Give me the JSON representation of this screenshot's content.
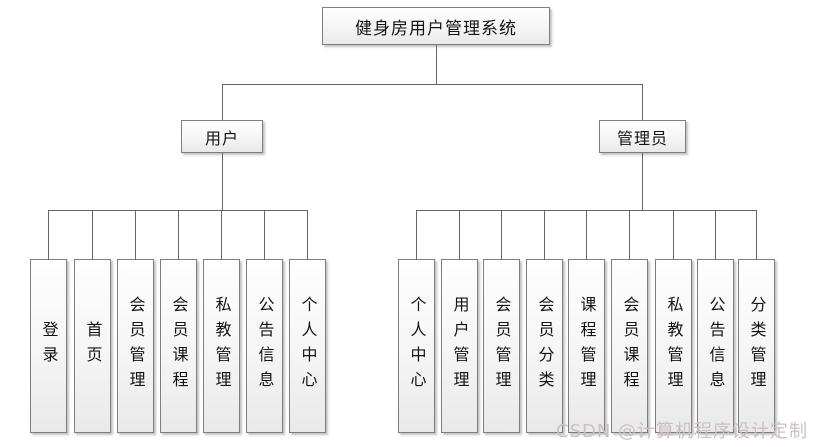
{
  "diagram": {
    "title": "健身房用户管理系统",
    "root": {
      "label": "健身房用户管理系统"
    },
    "branches": [
      {
        "label": "用户",
        "children": [
          "登录",
          "首页",
          "会员管理",
          "会员课程",
          "私教管理",
          "公告信息",
          "个人中心"
        ]
      },
      {
        "label": "管理员",
        "children": [
          "个人中心",
          "用户管理",
          "会员管理",
          "会员分类",
          "课程管理",
          "会员课程",
          "私教管理",
          "公告信息",
          "分类管理"
        ]
      }
    ]
  },
  "watermark": {
    "text": "CSDN @计算机程序设计定制",
    "color": "#ccbfbf"
  },
  "colors": {
    "connector": "#646464",
    "box_border": "#7e7e7e",
    "box_fill_top": "#fefefe",
    "box_fill_bottom": "#e9e9e9",
    "text": "#141414"
  }
}
